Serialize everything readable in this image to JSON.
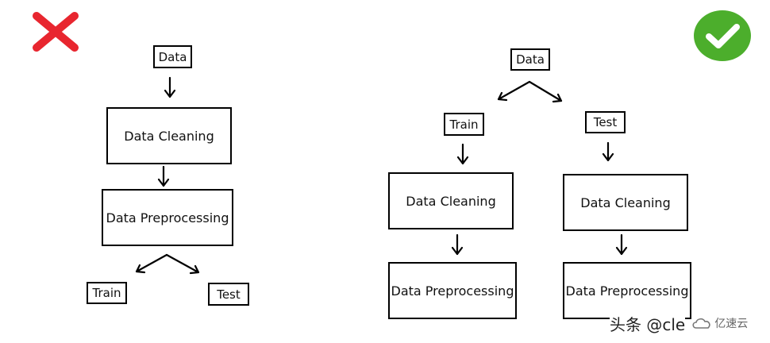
{
  "colors": {
    "wrong_mark": "#e8262f",
    "right_mark": "#4cae2c",
    "stroke": "#000000"
  },
  "icons": {
    "wrong": "cross-icon",
    "right": "check-icon"
  },
  "left_flow": {
    "data_label": "Data",
    "cleaning_label": "Data Cleaning",
    "preprocessing_label": "Data Preprocessing",
    "train_label": "Train",
    "test_label": "Test"
  },
  "right_flow": {
    "data_label": "Data",
    "train_label": "Train",
    "test_label": "Test",
    "train_cleaning_label": "Data Cleaning",
    "train_preprocessing_label": "Data Preprocessing",
    "test_cleaning_label": "Data Cleaning",
    "test_preprocessing_label": "Data Preprocessing"
  },
  "watermark": {
    "text": "头条 @cle",
    "brand": "亿速云"
  }
}
